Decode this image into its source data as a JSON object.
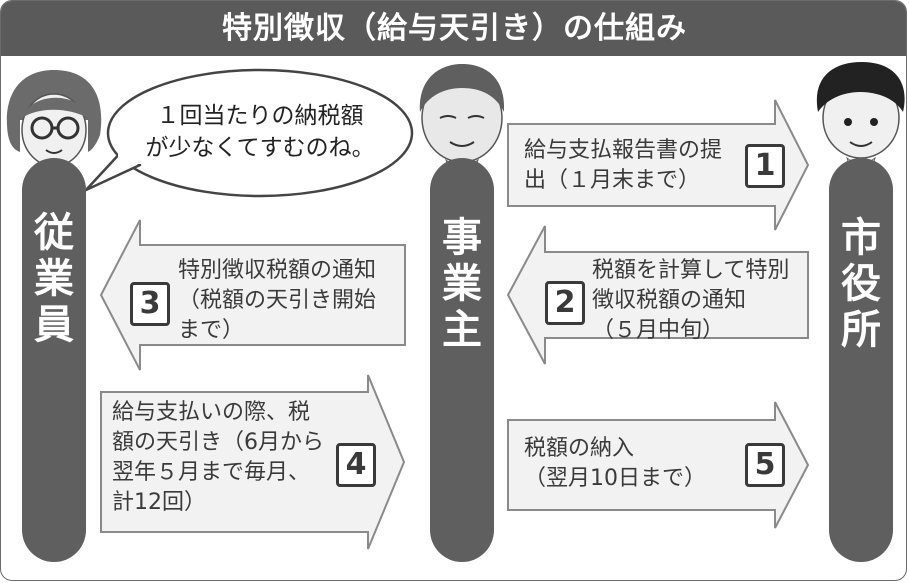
{
  "title": "特別徴収（給与天引き）の仕組み",
  "actors": {
    "employee": "従業員",
    "employer": "事業主",
    "city_office": "市役所"
  },
  "speech_bubble": {
    "line1": "１回当たりの納税額",
    "line2": "が少なくてすむのね。"
  },
  "steps": [
    {
      "number": "1",
      "lines": [
        "給与支払報告書の提",
        "出（１月末まで）"
      ]
    },
    {
      "number": "2",
      "lines": [
        "税額を計算して特別",
        "徴収税額の通知",
        "（５月中旬）"
      ]
    },
    {
      "number": "3",
      "lines": [
        "特別徴収税額の通知",
        "（税額の天引き開始",
        "まで）"
      ]
    },
    {
      "number": "4",
      "lines": [
        "給与支払いの際、税",
        "額の天引き（6月から",
        "翌年５月まで毎月、",
        "計12回）"
      ]
    },
    {
      "number": "5",
      "lines": [
        "税額の納入",
        "（翌月10日まで）"
      ]
    }
  ],
  "colors": {
    "header": "#5a5a5a",
    "pillar": "#5f5f5f",
    "arrow_fill": "#f2f2f2",
    "arrow_stroke": "#8a8a8a"
  },
  "icons": [
    "woman-glasses-icon",
    "man-suit-icon",
    "boy-icon"
  ]
}
